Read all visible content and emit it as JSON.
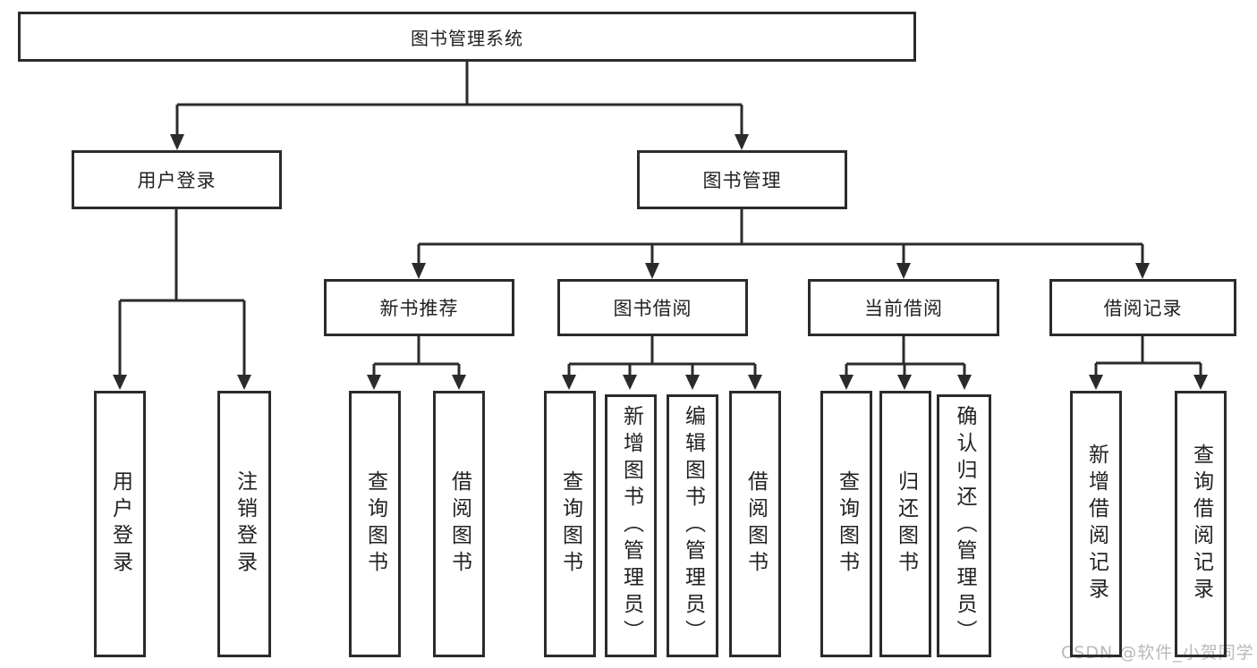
{
  "diagram": {
    "root": {
      "label": "图书管理系统"
    },
    "level2": [
      {
        "label": "用户登录",
        "children": [
          {
            "label": "用户登录"
          },
          {
            "label": "注销登录"
          }
        ]
      },
      {
        "label": "图书管理",
        "children": [
          {
            "label": "新书推荐",
            "children": [
              {
                "label": "查询图书"
              },
              {
                "label": "借阅图书"
              }
            ]
          },
          {
            "label": "图书借阅",
            "children": [
              {
                "label": "查询图书"
              },
              {
                "label": "新增图书（管理员）"
              },
              {
                "label": "编辑图书（管理员）"
              },
              {
                "label": "借阅图书"
              }
            ]
          },
          {
            "label": "当前借阅",
            "children": [
              {
                "label": "查询图书"
              },
              {
                "label": "归还图书"
              },
              {
                "label": "确认归还（管理员）"
              }
            ]
          },
          {
            "label": "借阅记录",
            "children": [
              {
                "label": "新增借阅记录"
              },
              {
                "label": "查询借阅记录"
              }
            ]
          }
        ]
      }
    ]
  },
  "watermark": "CSDN @软件_小贺同学",
  "colors": {
    "line": "#2b2b2b",
    "box_border": "#2b2b2b",
    "text": "#222222",
    "watermark": "#b9b9b9",
    "background": "#ffffff"
  }
}
